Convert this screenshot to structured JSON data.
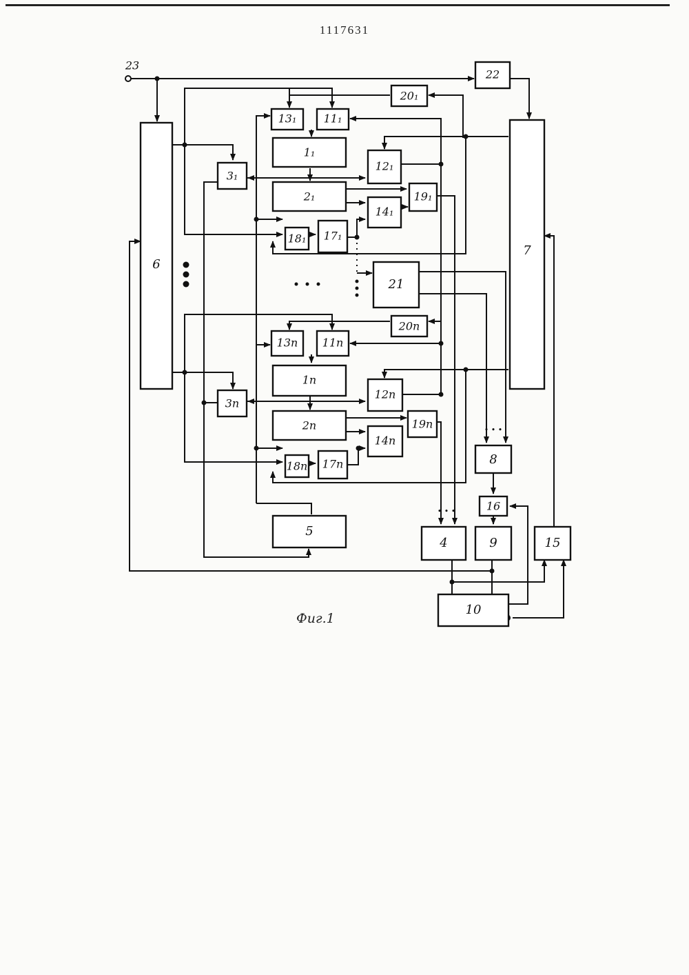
{
  "header": {
    "patent_number": "1117631"
  },
  "caption": "Фиг.1",
  "terminal": {
    "label": "23"
  },
  "blocks": {
    "b6": "6",
    "b7": "7",
    "b22": "22",
    "b20_1": "20₁",
    "b13_1": "13₁",
    "b11_1": "11₁",
    "b1_1": "1₁",
    "b12_1": "12₁",
    "b3_1": "3₁",
    "b2_1": "2₁",
    "b19_1": "19₁",
    "b14_1": "14₁",
    "b18_1": "18₁",
    "b17_1": "17₁",
    "b21": "21",
    "b20_n": "20n",
    "b13_n": "13n",
    "b11_n": "11n",
    "b1_n": "1n",
    "b12_n": "12n",
    "b3_n": "3n",
    "b2_n": "2n",
    "b19_n": "19n",
    "b14_n": "14n",
    "b18_n": "18n",
    "b17_n": "17n",
    "b8": "8",
    "b16": "16",
    "b4": "4",
    "b9": "9",
    "b15": "15",
    "b5": "5",
    "b10": "10"
  },
  "ellipsis": "• • •"
}
